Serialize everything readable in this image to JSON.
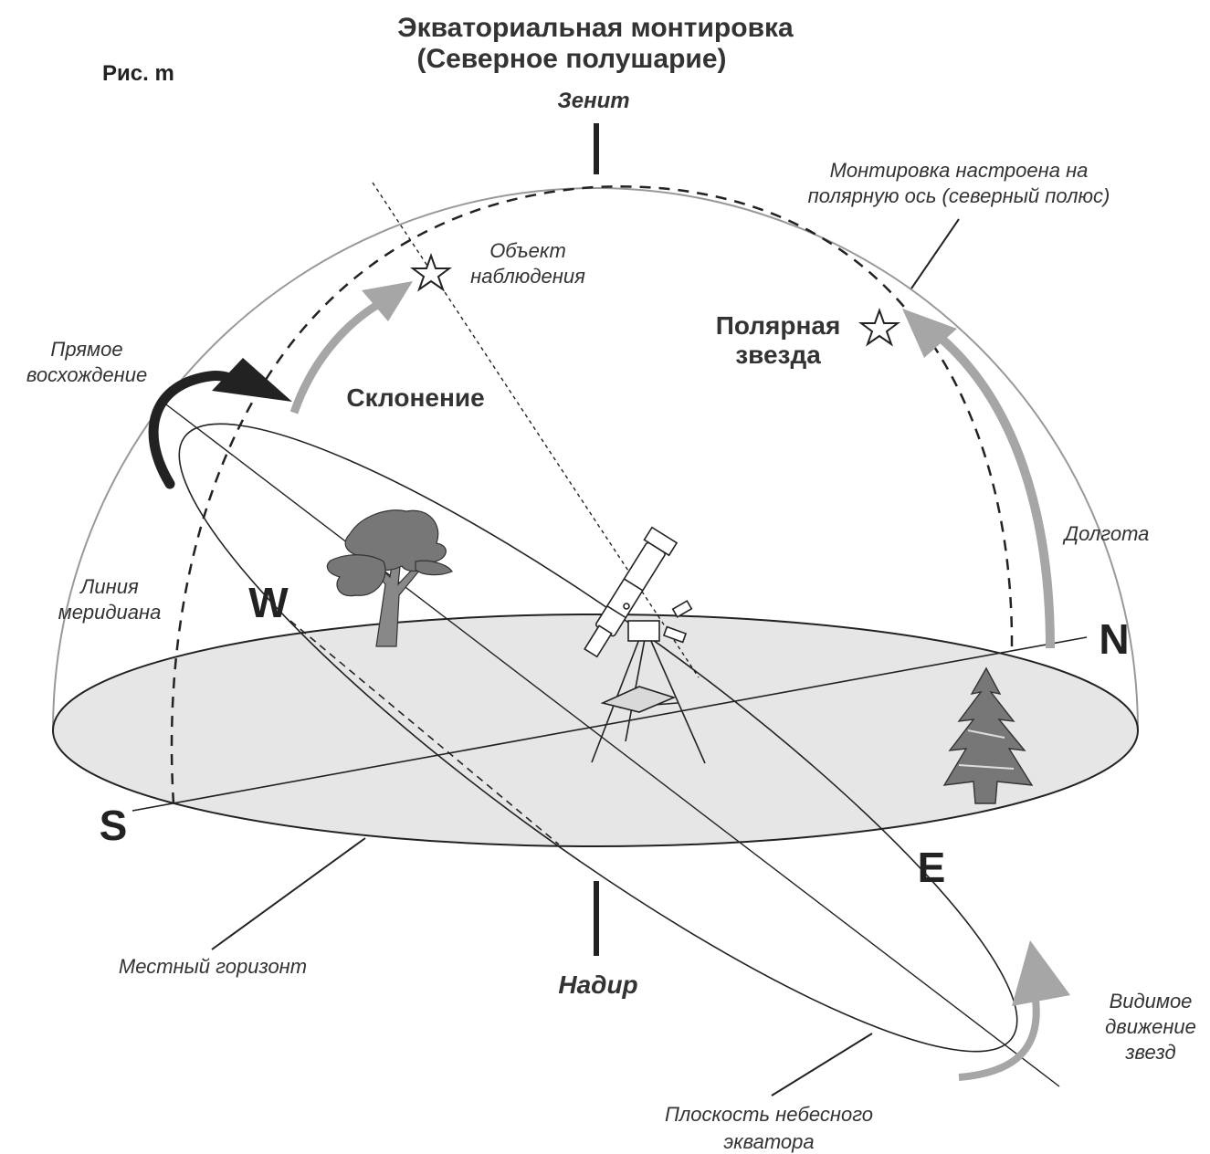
{
  "title": {
    "line1": "Экваториальная монтировка",
    "line2": "(Северное полушарие)"
  },
  "figure_label": "Рис. m",
  "labels": {
    "zenith": "Зенит",
    "nadir": "Надир",
    "mount_aligned_line1": "Монтировка настроена на",
    "mount_aligned_line2": "полярную ось (северный полюс)",
    "object_line1": "Объект",
    "object_line2": "наблюдения",
    "polaris_line1": "Полярная",
    "polaris_line2": "звезда",
    "right_ascension_line1": "Прямое",
    "right_ascension_line2": "восхождение",
    "declination": "Склонение",
    "longitude": "Долгота",
    "meridian_line1": "Линия",
    "meridian_line2": "меридиана",
    "local_horizon": "Местный горизонт",
    "star_motion_line1": "Видимое",
    "star_motion_line2": "движение",
    "star_motion_line3": "звезд",
    "equator_plane_line1": "Плоскость небесного",
    "equator_plane_line2": "экватора"
  },
  "directions": {
    "north": "N",
    "south": "S",
    "east": "E",
    "west": "W"
  },
  "colors": {
    "ink": "#222222",
    "horizon_fill": "#e6e6e6",
    "arrow_gray": "#a6a6a6",
    "dome": "#999999"
  }
}
